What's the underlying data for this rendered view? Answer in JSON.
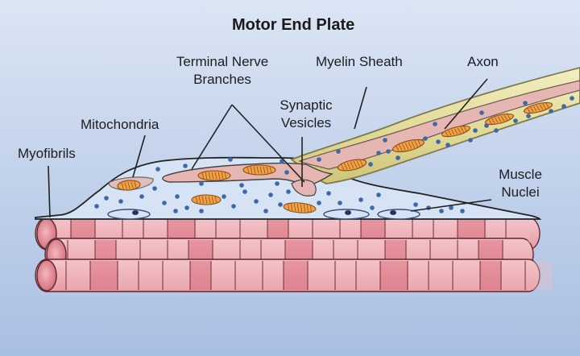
{
  "diagram": {
    "title": "Motor End Plate",
    "labels": {
      "terminal_nerve_branches": [
        "Terminal Nerve",
        "Branches"
      ],
      "myelin_sheath": "Myelin Sheath",
      "axon": "Axon",
      "synaptic_vesicles": [
        "Synaptic",
        "Vesicles"
      ],
      "mitochondria": "Mitochondria",
      "myofibrils": "Myofibrils",
      "muscle_nuclei": [
        "Muscle",
        "Nuclei"
      ]
    },
    "colors": {
      "background_top": "#dbe5f4",
      "background_bottom": "#a9bfe2",
      "myelin": "#e3dc9a",
      "axon": "#e6b7b2",
      "mitochondria": "#f0a248",
      "vesicles": "#3c68a8",
      "cytoplasm": "#d6e3f5",
      "muscle_light": "#f2bdc3",
      "muscle_dark": "#d9707e",
      "outline": "#222222"
    }
  }
}
